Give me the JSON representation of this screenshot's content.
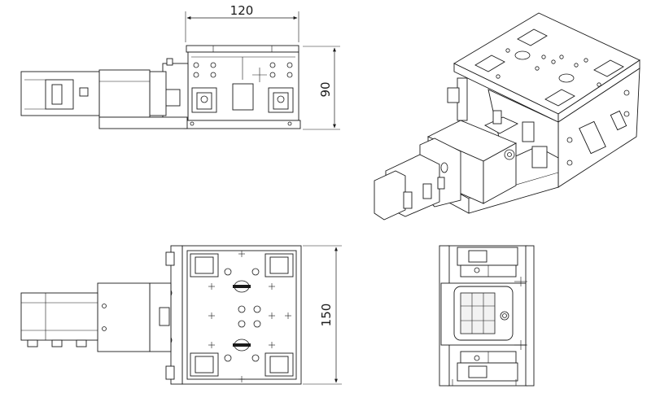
{
  "dimensions": {
    "width_label": "120",
    "height_label": "90",
    "length_label": "150"
  },
  "colors": {
    "line": "#1a1a1a",
    "background": "#ffffff"
  }
}
